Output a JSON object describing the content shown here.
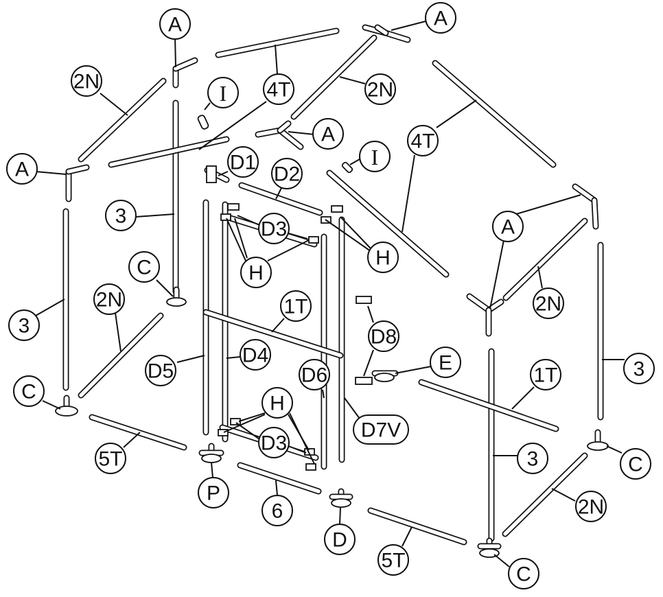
{
  "diagram": {
    "labels": {
      "A": "A",
      "2N": "2N",
      "4T": "4T",
      "I": "I",
      "3": "3",
      "C": "C",
      "D1": "D1",
      "D2": "D2",
      "D3": "D3",
      "H": "H",
      "1T": "1T",
      "D4": "D4",
      "D5": "D5",
      "D6": "D6",
      "D7V": "D7V",
      "D8": "D8",
      "E": "E",
      "5T": "5T",
      "P": "P",
      "6": "6",
      "D": "D"
    }
  }
}
